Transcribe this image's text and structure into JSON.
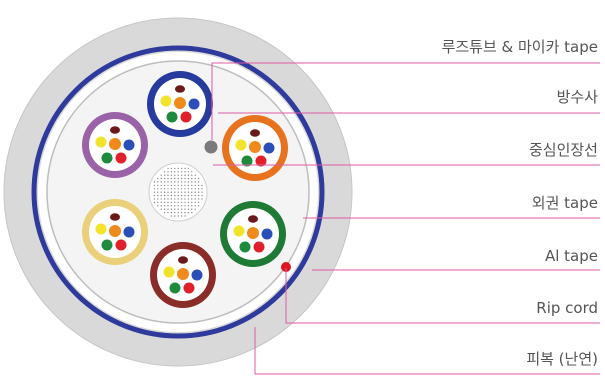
{
  "callouts": [
    {
      "key": "loose_tube",
      "label": "루즈튜브 & 마이카 tape"
    },
    {
      "key": "water_blocking",
      "label": "방수사"
    },
    {
      "key": "central_member",
      "label": "중심인장선"
    },
    {
      "key": "outer_wrap",
      "label": "외권 tape"
    },
    {
      "key": "al_tape",
      "label": "Al tape"
    },
    {
      "key": "rip_cord",
      "label": "Rip cord"
    },
    {
      "key": "sheath",
      "label": "피복 (난연)"
    }
  ],
  "colors": {
    "leader_line": "#e05aa6",
    "sheath": "#d9d9d9",
    "al_tape": "#2e3a9c",
    "rip_cord": "#e0141e",
    "water_blocking": "#7a7a7a"
  },
  "tubes": [
    {
      "name": "blue",
      "color": "#273a9e"
    },
    {
      "name": "orange",
      "color": "#e8731f"
    },
    {
      "name": "green",
      "color": "#1f7a35"
    },
    {
      "name": "brown",
      "color": "#8a2c28"
    },
    {
      "name": "yellow",
      "color": "#ead07a"
    },
    {
      "name": "purple",
      "color": "#9a63a8"
    }
  ],
  "fiber_colors": [
    "#6b1a1a",
    "#f2e32c",
    "#f08a1c",
    "#2b4fb8",
    "#1e8a3c",
    "#e0202a"
  ]
}
